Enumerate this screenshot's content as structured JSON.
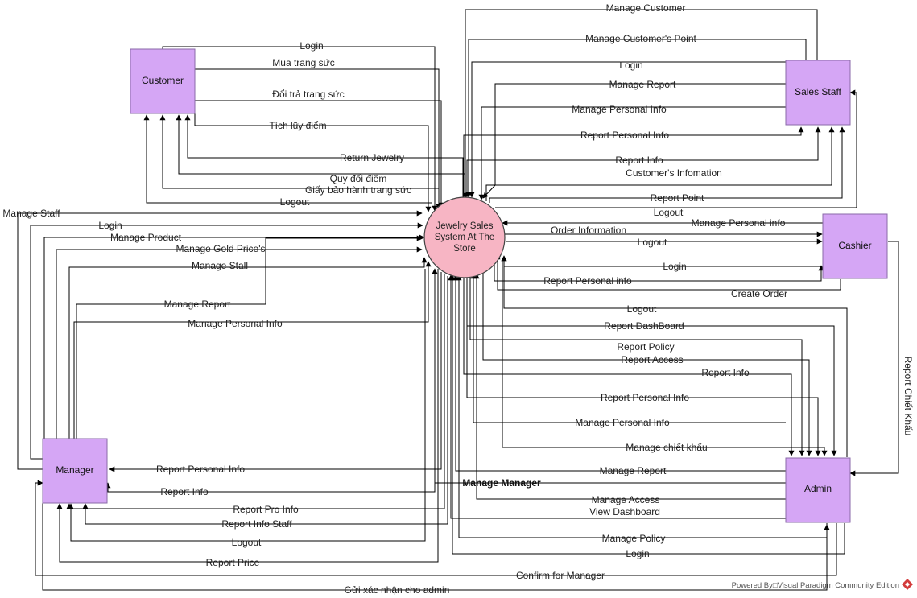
{
  "process": {
    "label_lines": [
      "Jewelry Sales",
      "System At The",
      "Store"
    ],
    "fill": "#f7b5c4"
  },
  "entities": {
    "customer": "Customer",
    "sales_staff": "Sales Staff",
    "cashier": "Cashier",
    "manager": "Manager",
    "admin": "Admin",
    "fill": "#d5a6f5"
  },
  "flows": {
    "customer_login": "Login",
    "mua_trang_suc": "Mua trang sức",
    "doi_tra": "Đổi trả trang sức",
    "tich_luy": "Tích lũy điểm",
    "return_jewelry": "Return Jewelry",
    "quy_doi": "Quy đổi điểm",
    "giay_bao_hanh": "Giấy bảo hành trang sức",
    "customer_logout": "Logout",
    "manage_customer": "Manage Customer",
    "manage_customer_point": "Manage Customer's Point",
    "sales_login": "Login",
    "sales_manage_report": "Manage Report",
    "sales_manage_personal_info": "Manage Personal Info",
    "sales_report_personal_info": "Report Personal Info",
    "sales_report_info": "Report Info",
    "customer_information": "Customer's Infomation",
    "report_point": "Report Point",
    "sales_logout": "Logout",
    "cashier_manage_personal_info": "Manage Personal info",
    "order_information": "Order Information",
    "cashier_logout": "Logout",
    "cashier_login": "Login",
    "cashier_report_personal_info": "Report Personal info",
    "create_order": "Create Order",
    "report_chiet_khau": "Report Chiết Khấu",
    "manage_staff": "Manage Staff",
    "manager_login": "Login",
    "manage_product": "Manage Product",
    "manage_gold_price": "Manage Gold Price's",
    "manage_stall": "Manage Stall",
    "manager_manage_report": "Manage Report",
    "manager_manage_personal_info": "Manage Personal Info",
    "manager_report_personal_info": "Report Personal Info",
    "manager_report_info": "Report Info",
    "report_pro_info": "Report Pro Info",
    "report_info_staff": "Report Info Staff",
    "manager_logout": "Logout",
    "report_price": "Report Price",
    "admin_logout": "Logout",
    "report_dashboard": "Report DashBoard",
    "report_policy": "Report Policy",
    "report_access": "Report Access",
    "admin_report_info": "Report Info",
    "admin_report_personal_info": "Report Personal Info",
    "admin_manage_personal_info": "Manage Personal Info",
    "manage_chiet_khau": "Manage chiết khấu",
    "admin_manage_report": "Manage Report",
    "manage_manager": "Manage Manager",
    "manage_access": "Manage Access",
    "view_dashboard": "View Dashboard",
    "manage_policy": "Manage Policy",
    "admin_login": "Login",
    "confirm_for_manager": "Confirm for Manager",
    "gui_xac_nhan": "Gửi xác nhận cho admin"
  },
  "footer": "Powered By□Visual Paradigm Community Edition",
  "footer_icon": "visual-paradigm-logo-icon"
}
